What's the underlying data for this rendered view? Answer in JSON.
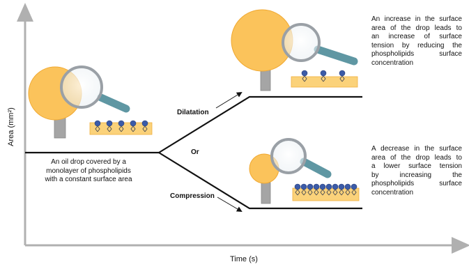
{
  "axes": {
    "x_label": "Time (s)",
    "y_label": "Area (mm²)"
  },
  "labels": {
    "dilatation": "Dilatation",
    "or": "Or",
    "compression": "Compression"
  },
  "descriptions": {
    "start": [
      "An oil drop covered by a",
      "monolayer of phospholipids",
      "with a constant surface area"
    ],
    "dilatation": [
      "An increase in the surface",
      "area of the drop leads to",
      "an increase of surface",
      "tension by reducing the",
      "phospholipids surface",
      "concentration"
    ],
    "compression": [
      "A decrease in the surface",
      "area of the drop leads to",
      "a lower surface tension",
      "by increasing the",
      "phospholipids surface",
      "concentration"
    ]
  },
  "colors": {
    "drop": "#fbc35b",
    "drop_edge": "#f0a830",
    "needle": "#a5a5a5",
    "lens_handle": "#5f97a3",
    "head": "#3b5ba8",
    "layer": "#fbd27a",
    "axis": "#b0b0b0",
    "line": "#111111"
  },
  "molecule_counts": {
    "start": 5,
    "dilatation": 3,
    "compression": 10
  }
}
